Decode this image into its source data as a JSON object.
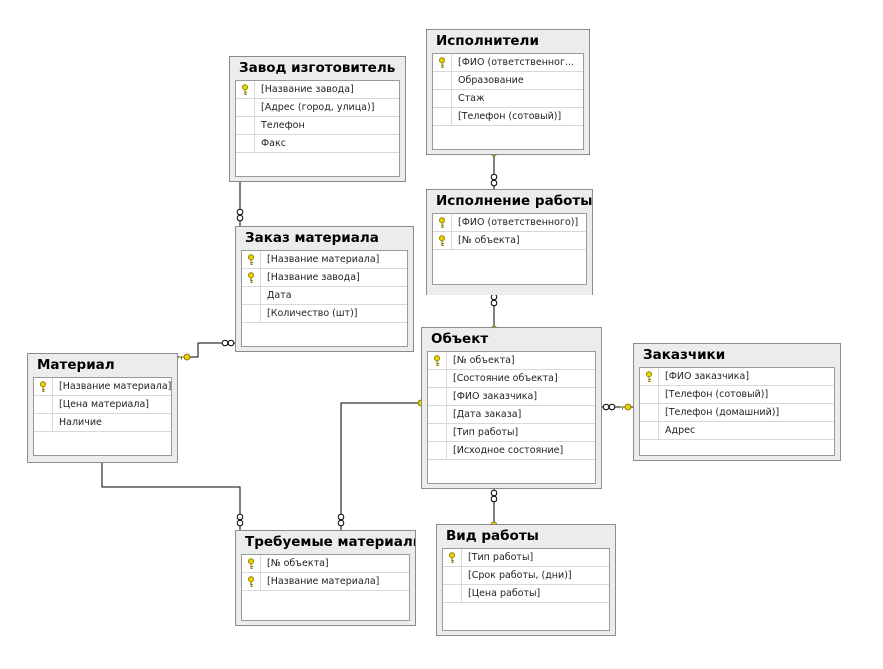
{
  "tables": {
    "zavod": {
      "title": "Завод изготовитель",
      "columns": [
        {
          "label": "[Название завода]",
          "key": true
        },
        {
          "label": "[Адрес (город, улица)]",
          "key": false
        },
        {
          "label": "Телефон",
          "key": false
        },
        {
          "label": "Факс",
          "key": false
        }
      ]
    },
    "ispolniteli": {
      "title": "Исполнители",
      "columns": [
        {
          "label": "[ФИО (ответственног...",
          "key": true
        },
        {
          "label": "Образование",
          "key": false
        },
        {
          "label": "Стаж",
          "key": false
        },
        {
          "label": "[Телефон (сотовый)]",
          "key": false
        }
      ]
    },
    "ispolnenie": {
      "title": "Исполнение работы",
      "columns": [
        {
          "label": "[ФИО (ответственного)]",
          "key": true
        },
        {
          "label": "[№ объекта]",
          "key": true
        }
      ]
    },
    "zakaz": {
      "title": "Заказ материала",
      "columns": [
        {
          "label": "[Название материала]",
          "key": true
        },
        {
          "label": "[Название завода]",
          "key": true
        },
        {
          "label": "Дата",
          "key": false
        },
        {
          "label": "[Количество (шт)]",
          "key": false
        }
      ]
    },
    "material": {
      "title": "Материал",
      "columns": [
        {
          "label": "[Название материала]",
          "key": true
        },
        {
          "label": "[Цена материала]",
          "key": false
        },
        {
          "label": "Наличие",
          "key": false
        }
      ]
    },
    "obekt": {
      "title": "Объект",
      "columns": [
        {
          "label": "[№ объекта]",
          "key": true
        },
        {
          "label": "[Состояние объекта]",
          "key": false
        },
        {
          "label": "[ФИО заказчика]",
          "key": false
        },
        {
          "label": "[Дата заказа]",
          "key": false
        },
        {
          "label": "[Тип работы]",
          "key": false
        },
        {
          "label": "[Исходное состояние]",
          "key": false
        }
      ]
    },
    "zakazchiki": {
      "title": "Заказчики",
      "columns": [
        {
          "label": "[ФИО заказчика]",
          "key": true
        },
        {
          "label": "[Телефон (сотовый)]",
          "key": false
        },
        {
          "label": "[Телефон (домашний)]",
          "key": false
        },
        {
          "label": "Адрес",
          "key": false
        }
      ]
    },
    "trebuemye": {
      "title": "Требуемые материалы",
      "columns": [
        {
          "label": "[№ объекта]",
          "key": true
        },
        {
          "label": "[Название материала]",
          "key": true
        }
      ]
    },
    "vid": {
      "title": "Вид работы",
      "columns": [
        {
          "label": "[Тип работы]",
          "key": true
        },
        {
          "label": "[Срок работы, (дни)]",
          "key": false
        },
        {
          "label": "[Цена работы]",
          "key": false
        }
      ]
    }
  },
  "relationships": [
    {
      "one": "zavod",
      "many": "zakaz"
    },
    {
      "one": "ispolniteli",
      "many": "ispolnenie"
    },
    {
      "one": "obekt",
      "many": "ispolnenie"
    },
    {
      "one": "material",
      "many": "zakaz"
    },
    {
      "one": "obekt",
      "many": "trebuemye"
    },
    {
      "one": "material",
      "many": "trebuemye"
    },
    {
      "one": "zakazchiki",
      "many": "obekt"
    },
    {
      "one": "vid",
      "many": "obekt"
    }
  ],
  "colors": {
    "key_icon": "#e8d200",
    "line": "#000000",
    "table_bg": "#ececec",
    "table_border": "#8c8c8c"
  }
}
